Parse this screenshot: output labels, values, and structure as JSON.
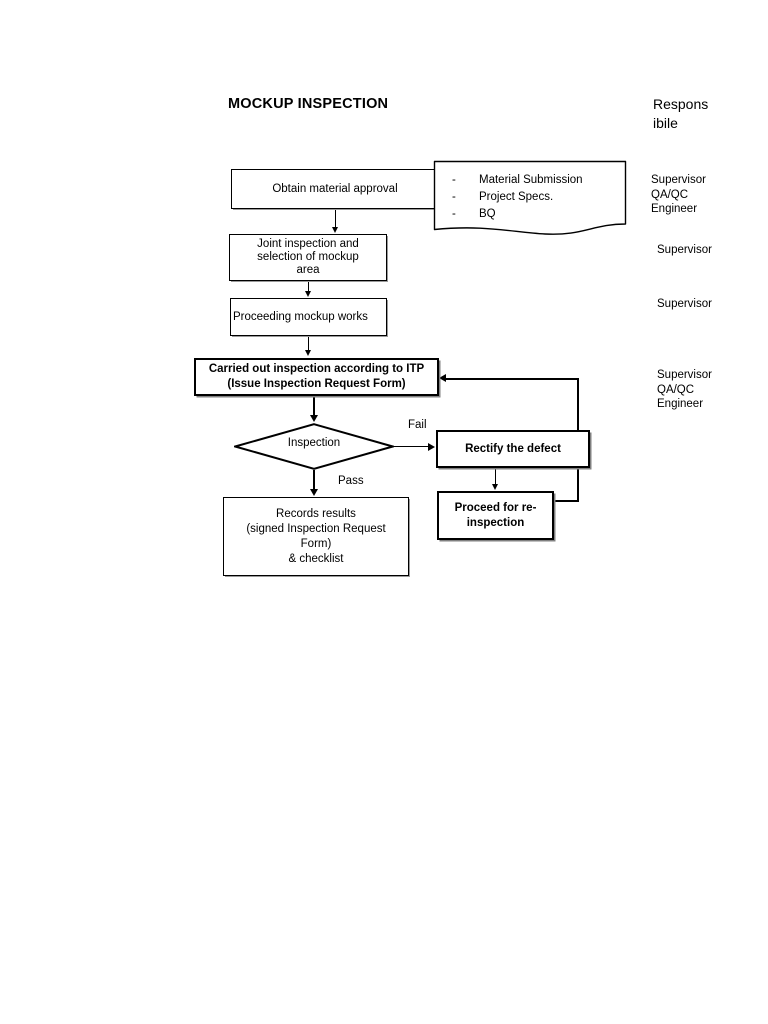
{
  "document": {
    "title": "MOCKUP INSPECTION"
  },
  "responsible_column": {
    "header": "Responsibile",
    "cells": [
      {
        "text": "Supervisor\nQA/QC\nEngineer"
      },
      {
        "text": "Supervisor"
      },
      {
        "text": "Supervisor"
      },
      {
        "text": "Supervisor\nQA/QC\nEngineer"
      }
    ]
  },
  "flowchart": {
    "type": "flowchart",
    "nodes": [
      {
        "id": "obtain",
        "shape": "process",
        "label": "Obtain material approval"
      },
      {
        "id": "document",
        "shape": "document",
        "label": "Material Submission / Project Specs. / BQ"
      },
      {
        "id": "joint",
        "shape": "process",
        "label": "Joint inspection and\nselection of mockup\narea"
      },
      {
        "id": "proceeding",
        "shape": "process",
        "label": "Proceeding mockup works"
      },
      {
        "id": "carried",
        "shape": "process",
        "label": "Carried out inspection according to ITP\n(Issue Inspection Request Form)"
      },
      {
        "id": "inspection",
        "shape": "decision",
        "label": "Inspection"
      },
      {
        "id": "rectify",
        "shape": "process",
        "label": "Rectify the defect"
      },
      {
        "id": "reinspect",
        "shape": "process",
        "label": "Proceed for re-\ninspection"
      },
      {
        "id": "records",
        "shape": "process",
        "label": "Records results\n(signed Inspection Request\nForm)\n& checklist"
      }
    ],
    "edges": [
      {
        "from": "obtain",
        "to": "joint",
        "label": ""
      },
      {
        "from": "joint",
        "to": "proceeding",
        "label": ""
      },
      {
        "from": "proceeding",
        "to": "carried",
        "label": ""
      },
      {
        "from": "carried",
        "to": "inspection",
        "label": ""
      },
      {
        "from": "inspection",
        "to": "rectify",
        "label": "Fail"
      },
      {
        "from": "inspection",
        "to": "records",
        "label": "Pass"
      },
      {
        "from": "rectify",
        "to": "reinspect",
        "label": ""
      },
      {
        "from": "reinspect",
        "to": "carried",
        "label": ""
      }
    ],
    "document_note": {
      "bullet": "-",
      "items": [
        "Material Submission",
        "Project Specs.",
        "BQ"
      ]
    },
    "labels": {
      "fail": "Fail",
      "pass": "Pass"
    },
    "node_text": {
      "obtain": "Obtain material approval",
      "joint": "Joint inspection and\nselection of mockup\narea",
      "proceeding": "Proceeding mockup works",
      "carried": "Carried out inspection according to ITP\n(Issue Inspection Request Form)",
      "inspection": "Inspection",
      "rectify": "Rectify the defect",
      "reinspect": "Proceed for re-\ninspection",
      "records": "Records results\n(signed Inspection Request\nForm)\n& checklist"
    }
  },
  "colors": {
    "stroke": "#000000",
    "fill": "#ffffff",
    "shadow": "#9a9a9a"
  }
}
